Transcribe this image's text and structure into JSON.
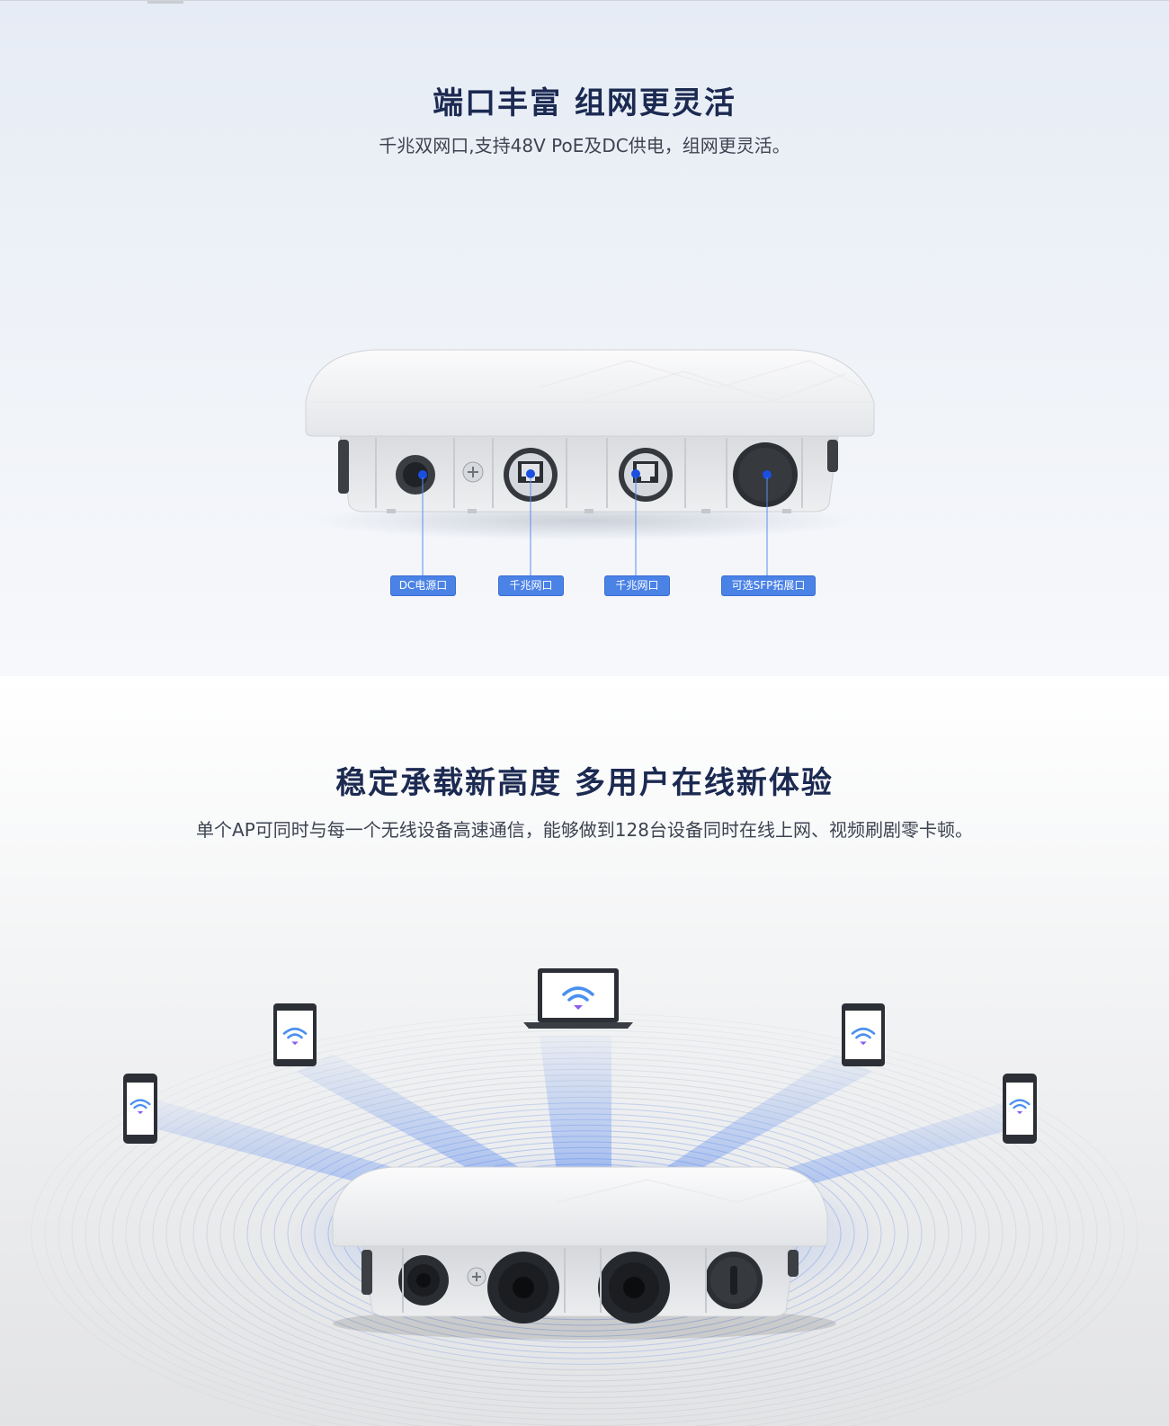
{
  "section_ports": {
    "title": "端口丰富  组网更灵活",
    "subtitle": "千兆双网口,支持48V PoE及DC供电，组网更灵活。",
    "labels": [
      {
        "text": "DC电源口"
      },
      {
        "text": "千兆网口"
      },
      {
        "text": "千兆网口"
      },
      {
        "text": "可选SFP拓展口"
      }
    ]
  },
  "section_users": {
    "title": "稳定承载新高度  多用户在线新体验",
    "subtitle": "单个AP可同时与每一个无线设备高速通信，能够做到128台设备同时在线上网、视频刷剧零卡顿。"
  },
  "colors": {
    "title": "#1c2a52",
    "label_bg": "#4a82e6",
    "beam": "#5b8cf0",
    "wifi": "#4a90f0",
    "wifi_dot": "#8a5cf0"
  },
  "icons": [
    "wifi-icon",
    "phone-icon",
    "tablet-icon",
    "laptop-icon",
    "access-point-device"
  ]
}
